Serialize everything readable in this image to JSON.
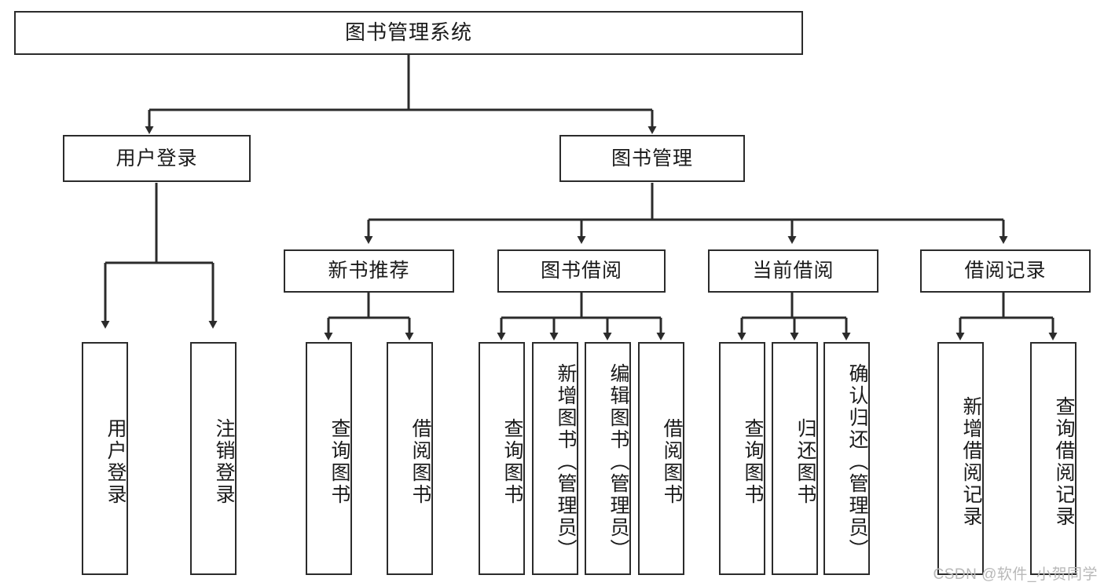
{
  "diagram": {
    "title": "图书管理系统",
    "type": "tree-hierarchy-diagram",
    "colors": {
      "box_border": "#2b2b2b",
      "box_fill": "#ffffff",
      "connector": "#2b2b2b",
      "text": "#1a1a1a",
      "watermark": "#b8b8b8",
      "background": "#ffffff"
    },
    "root": {
      "label": "图书管理系统"
    },
    "level2": [
      {
        "label": "用户登录"
      },
      {
        "label": "图书管理"
      }
    ],
    "level3": [
      {
        "label": "新书推荐"
      },
      {
        "label": "图书借阅"
      },
      {
        "label": "当前借阅"
      },
      {
        "label": "借阅记录"
      }
    ],
    "leaves": {
      "user_login": [
        {
          "label": "用户登录"
        },
        {
          "label": "注销登录"
        }
      ],
      "new_book_recommend": [
        {
          "label": "查询图书"
        },
        {
          "label": "借阅图书"
        }
      ],
      "book_borrow": [
        {
          "label": "查询图书"
        },
        {
          "label": "新增图书（管理员）"
        },
        {
          "label": "编辑图书（管理员）"
        },
        {
          "label": "借阅图书"
        }
      ],
      "current_borrow": [
        {
          "label": "查询图书"
        },
        {
          "label": "归还图书"
        },
        {
          "label": "确认归还（管理员）"
        }
      ],
      "borrow_record": [
        {
          "label": "新增借阅记录"
        },
        {
          "label": "查询借阅记录"
        }
      ]
    }
  },
  "watermark": {
    "text": "CSDN @软件_小贺同学"
  }
}
